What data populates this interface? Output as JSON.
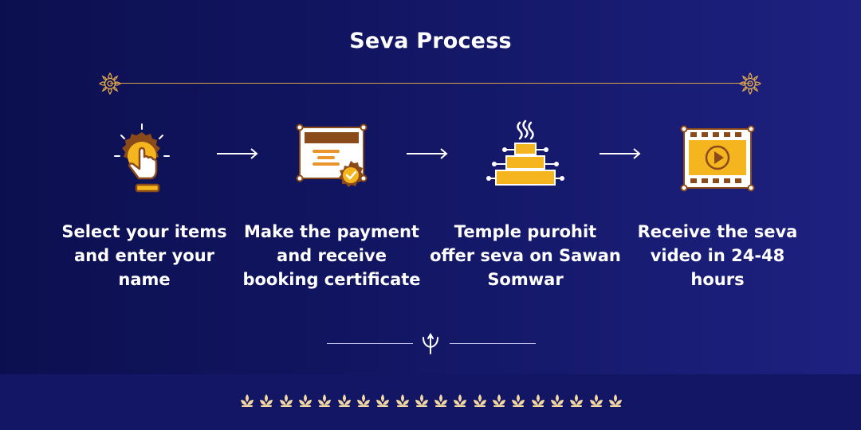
{
  "title": "Seva Process",
  "steps": [
    {
      "icon": "tap-hand-icon",
      "text": "Select your items and enter your name"
    },
    {
      "icon": "certificate-icon",
      "text": "Make the payment and receive booking certificate"
    },
    {
      "icon": "temple-offering-icon",
      "text": "Temple purohit offer seva on Sawan Somwar"
    },
    {
      "icon": "video-play-icon",
      "text": "Receive the seva video in 24-48 hours"
    }
  ],
  "colors": {
    "gold": "#f5b51f",
    "brown": "#8a4a1a",
    "accent_orange": "#e8952d",
    "background": "#121663"
  }
}
